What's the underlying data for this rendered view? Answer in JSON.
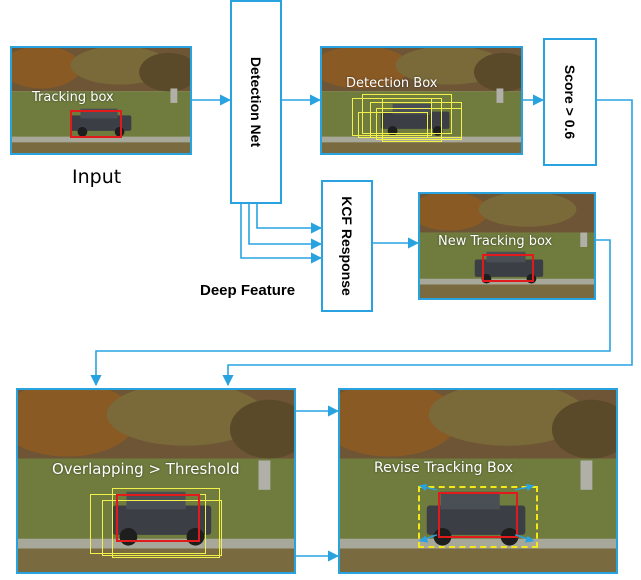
{
  "colors": {
    "accent": "#29a3e0",
    "red_box": "#e11b1b",
    "yellow_box": "#f2f04a"
  },
  "panels": {
    "input": {
      "caption": "Tracking box",
      "label": "Input"
    },
    "detection": {
      "caption": "Detection Box"
    },
    "new_tracking": {
      "caption": "New Tracking box"
    },
    "overlapping": {
      "caption": "Overlapping > Threshold"
    },
    "revise": {
      "caption": "Revise Tracking Box"
    }
  },
  "blocks": {
    "detection_net": "Detection Net",
    "score": "Score > 0.6",
    "kcf": "KCF Response"
  },
  "deep_feature_label": "Deep Feature"
}
